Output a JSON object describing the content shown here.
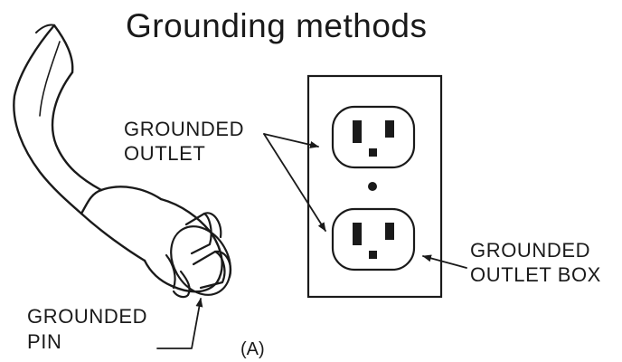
{
  "title": "Grounding methods",
  "labels": {
    "grounded_outlet": [
      "GROUNDED",
      "OUTLET"
    ],
    "grounded_pin": [
      "GROUNDED",
      "PIN"
    ],
    "grounded_outlet_box": [
      "GROUNDED",
      "OUTLET BOX"
    ]
  },
  "caption": "(A)"
}
